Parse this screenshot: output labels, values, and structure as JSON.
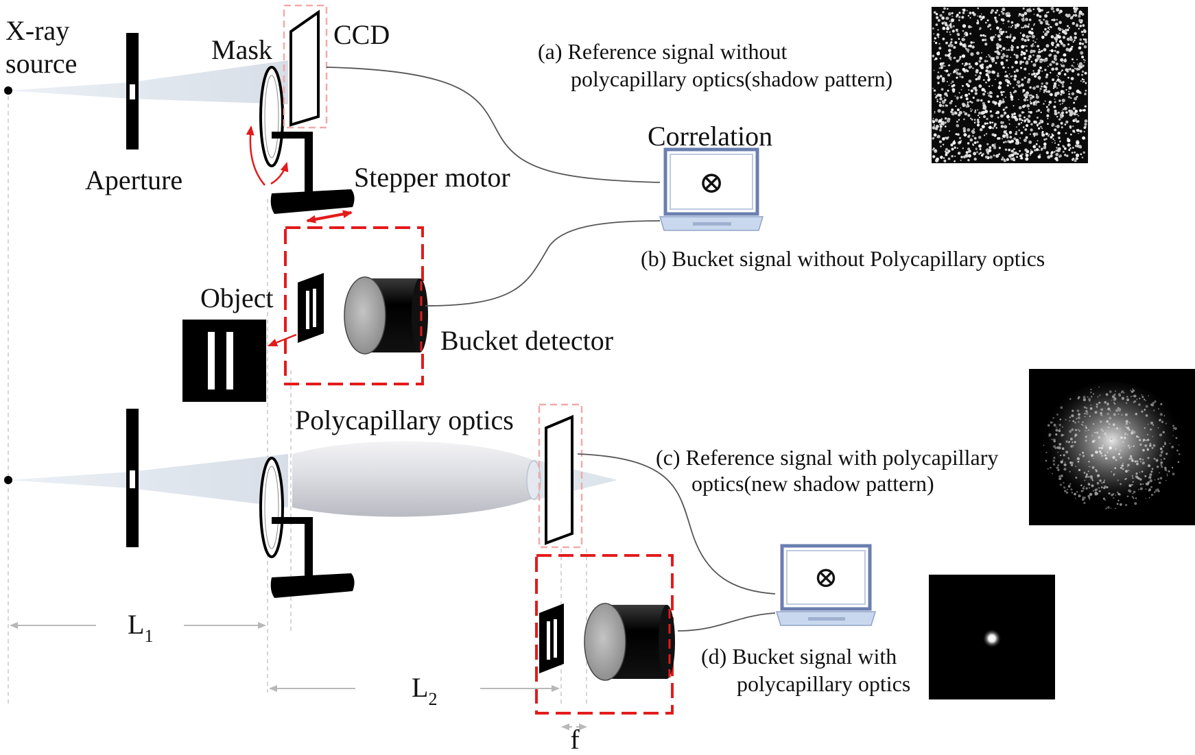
{
  "labels": {
    "xray_source_line1": "X-ray",
    "xray_source_line2": "source",
    "mask": "Mask",
    "ccd": "CCD",
    "aperture": "Aperture",
    "stepper_motor": "Stepper motor",
    "correlation": "Correlation",
    "object": "Object",
    "bucket_detector": "Bucket detector",
    "polycapillary_optics": "Polycapillary optics",
    "l1": "L",
    "l1_sub": "1",
    "l2": "L",
    "l2_sub": "2",
    "f": "f"
  },
  "captions": {
    "a_line1": "(a) Reference signal without",
    "a_line2": "polycapillary optics(shadow pattern)",
    "b": "(b) Bucket signal without  Polycapillary optics",
    "c_line1": "(c) Reference signal with polycapillary",
    "c_line2": "optics(new shadow pattern)",
    "d_line1": "(d) Bucket signal with",
    "d_line2": "polycapillary optics"
  },
  "icons": {
    "correlation_symbol": "⊗"
  },
  "colors": {
    "accent_red": "#e31b1b",
    "laptop_frame": "#6b7fb0",
    "laptop_base": "#c9d8ee",
    "beam": "#c9d3df"
  }
}
